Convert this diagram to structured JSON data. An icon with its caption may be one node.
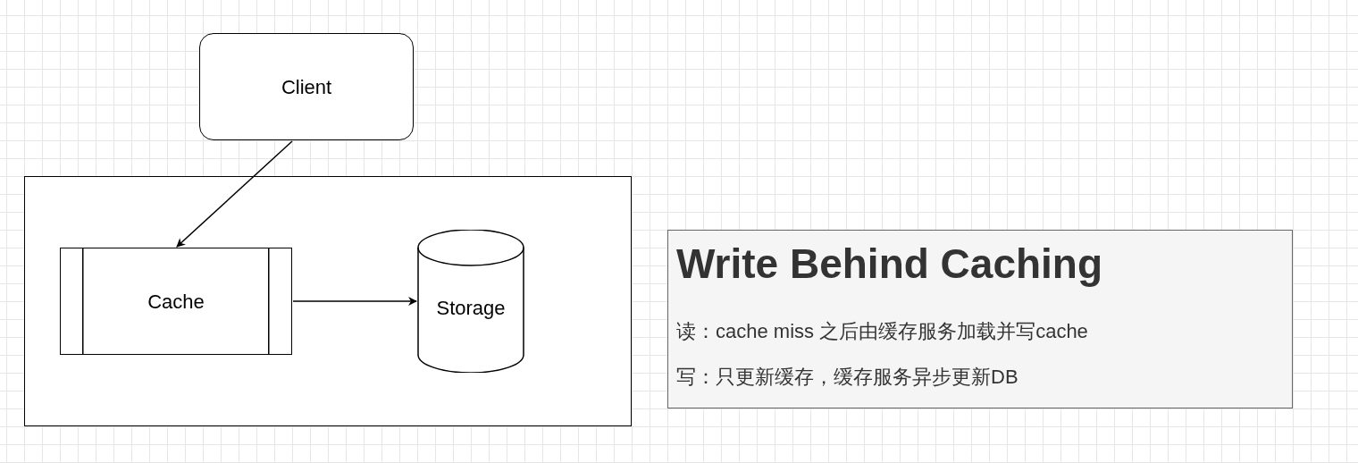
{
  "diagram": {
    "nodes": [
      {
        "text": [
          "Client"
        ]
      },
      {
        "text": [],
        "shape": "box"
      },
      {
        "text": [
          "Cache"
        ],
        "in": 1
      },
      {
        "text": [
          "Storage"
        ],
        "in": 1
      },
      {
        "text": [
          "Write Behind Caching",
          "读：cache miss 之后由缓存服务加载并写cache",
          "写：只更新缓存，缓存服务异步更新DB"
        ]
      }
    ],
    "edges": [
      {
        "from": 0,
        "to": 2,
        "arrow": "to"
      },
      {
        "from": 2,
        "to": 3,
        "arrow": "to"
      }
    ]
  }
}
